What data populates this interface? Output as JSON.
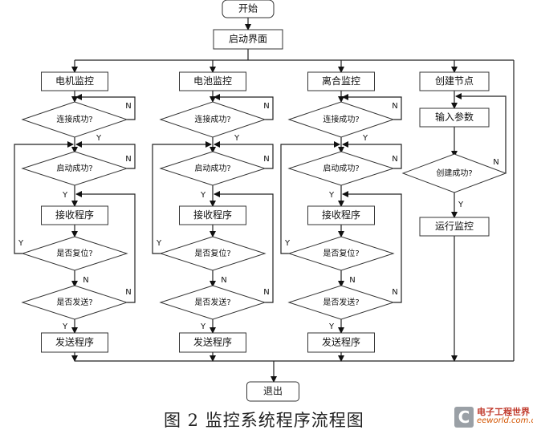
{
  "start": "开始",
  "init": "启动界面",
  "exit": "退出",
  "caption": "图 2 监控系统程序流程图",
  "columns": [
    {
      "title": "电机监控",
      "connect": "连接成功?",
      "startup": "启动成功?",
      "receive": "接收程序",
      "reset": "是否复位?",
      "send_q": "是否发送?",
      "send": "发送程序"
    },
    {
      "title": "电池监控",
      "connect": "连接成功?",
      "startup": "启动成功?",
      "receive": "接收程序",
      "reset": "是否复位?",
      "send_q": "是否发送?",
      "send": "发送程序"
    },
    {
      "title": "离合监控",
      "connect": "连接成功?",
      "startup": "启动成功?",
      "receive": "接收程序",
      "reset": "是否复位?",
      "send_q": "是否发送?",
      "send": "发送程序"
    }
  ],
  "node_column": {
    "title": "创建节点",
    "input": "输入参数",
    "created": "创建成功?",
    "run": "运行监控"
  },
  "labels": {
    "yes": "Y",
    "no": "N"
  },
  "logo": {
    "mark": "C",
    "name": "电子工程世界",
    "site": "eeworld.com.cn"
  }
}
